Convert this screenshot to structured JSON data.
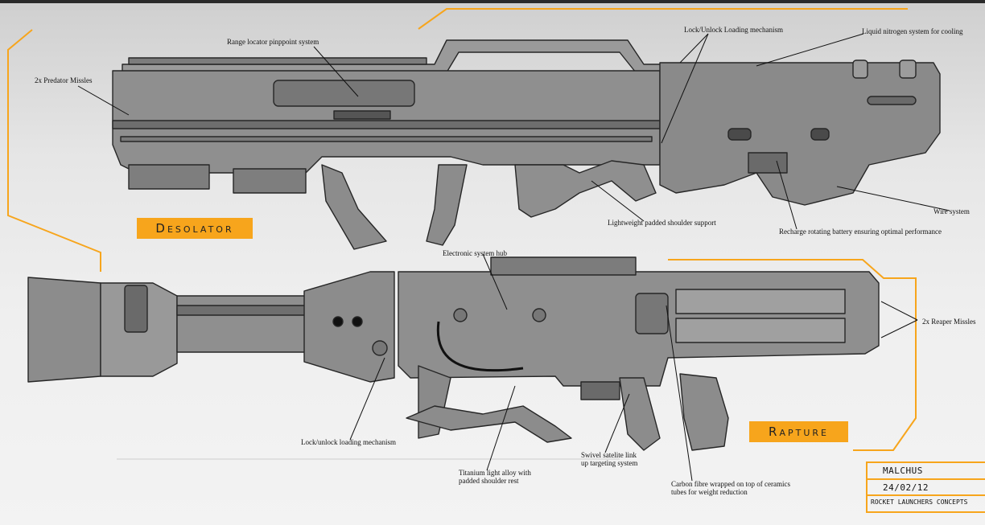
{
  "weapons": {
    "top_name": "Desolator",
    "bottom_name": "Rapture"
  },
  "annotations": {
    "range_locator": "Range locator pinppoint system",
    "predator_missles": "2x Predator Missles",
    "lock_unlock_top": "Lock/Unlock Loading mechanism",
    "liquid_nitrogen": "Liquid nitrogen system for cooling",
    "wire_system": "Wire system",
    "recharge_battery": "Recharge rotating battery ensuring optimal performance",
    "shoulder_support": "Lightweight  padded shoulder support",
    "electronic_hub": "Electronic system hub",
    "reaper_missles": "2x Reaper Missles",
    "lock_unlock_bottom": "Lock/unlock loading mechanism",
    "titanium_line1": "Titanium light alloy with",
    "titanium_line2": "padded shoulder rest",
    "swivel_line1": "Swivel satelite link",
    "swivel_line2": "up targeting system",
    "carbon_line1": "Carbon fibre wrapped on top of ceramics",
    "carbon_line2": "tubes for weight reduction"
  },
  "signature": {
    "author": "MALCHUS",
    "date": "24/02/12",
    "project": "ROCKET LAUNCHERS CONCEPTS"
  },
  "colors": {
    "accent": "#f7a51c",
    "metal_fill": "#8f8f8f",
    "metal_dark": "#5c5c5c",
    "outline": "#262626"
  }
}
